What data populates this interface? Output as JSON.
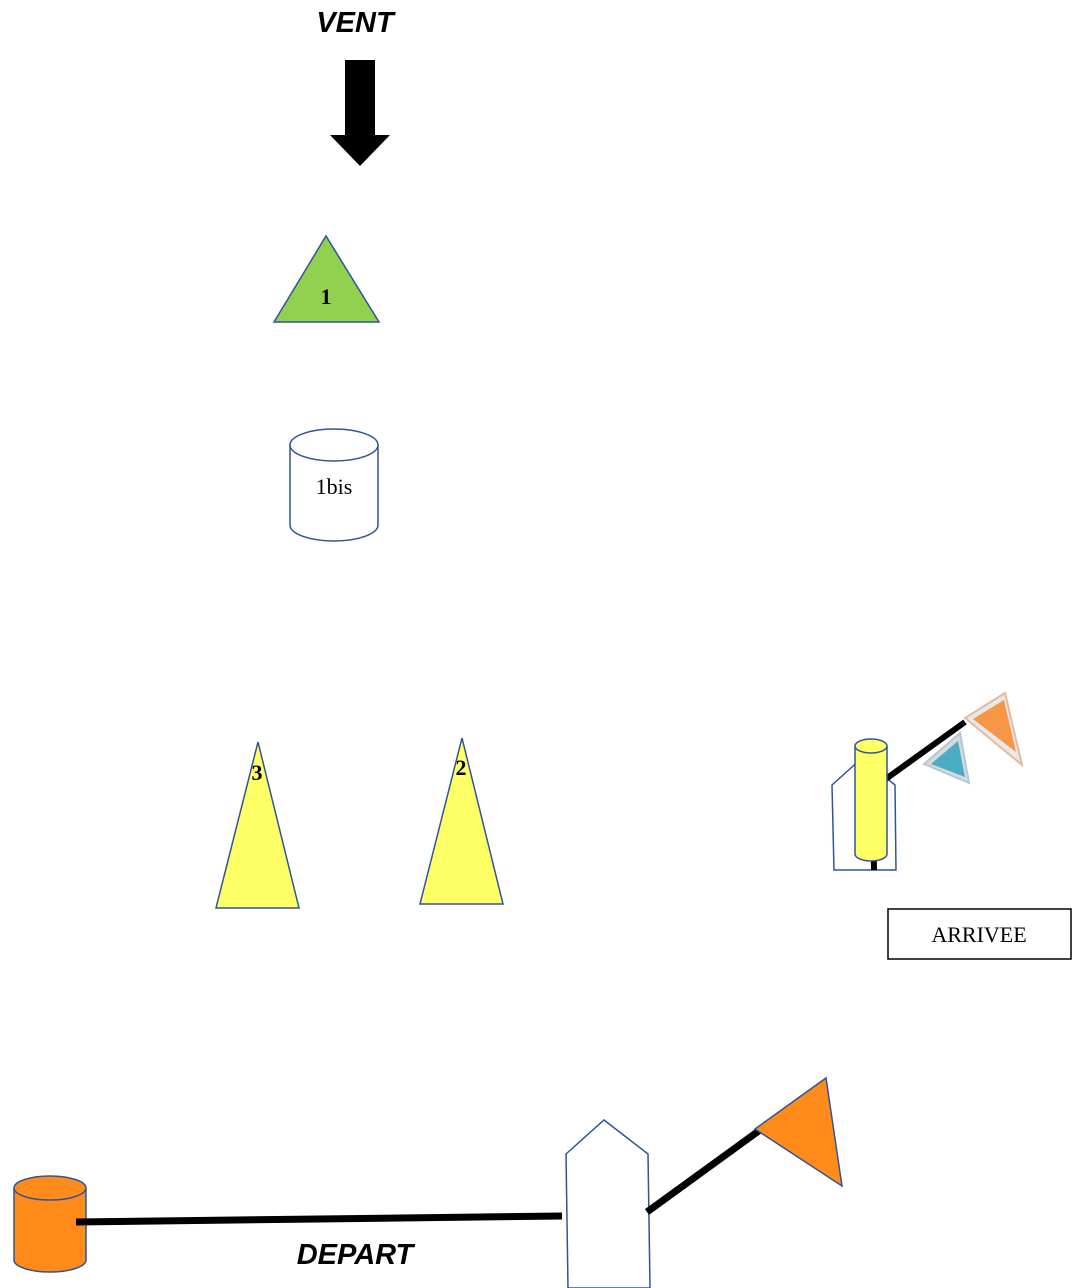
{
  "labels": {
    "wind": "VENT",
    "start": "DEPART",
    "finish": "ARRIVEE"
  },
  "marks": {
    "mark1": "1",
    "mark1bis": "1bis",
    "mark2": "2",
    "mark3": "3"
  },
  "colors": {
    "mark1_fill": "#92d050",
    "mark_yellow_fill": "#ffff66",
    "orange_fill": "#ff8c1a",
    "outline_blue": "#2f5597",
    "flag_blue": "#4bacc6",
    "flag_orange": "#f79646",
    "line": "#000000"
  }
}
